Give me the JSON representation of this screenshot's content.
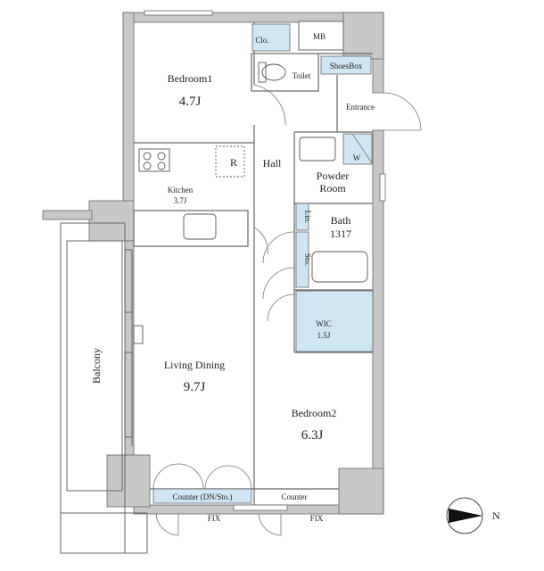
{
  "rooms": {
    "bedroom1": {
      "name": "Bedroom1",
      "area": "4.7J"
    },
    "kitchen": {
      "name": "Kitchen",
      "area": "3.7J"
    },
    "living_dining": {
      "name": "Living Dining",
      "area": "9.7J"
    },
    "bedroom2": {
      "name": "Bedroom2",
      "area": "6.3J"
    },
    "bath": {
      "name": "Bath",
      "size": "1317"
    },
    "powder_room": {
      "line1": "Powder",
      "line2": "Room"
    },
    "wic": {
      "name": "WIC",
      "area": "1.5J"
    },
    "hall": "Hall",
    "entrance": "Entrance",
    "toilet": "Toilet",
    "balcony": "Balcony"
  },
  "fixtures": {
    "clo": "Clo.",
    "mb": "MB",
    "shoes_box": "ShoesBox",
    "refrigerator": "R",
    "washer": "W",
    "linen": "Lin.",
    "storage": "Sto.",
    "counter_dn": "Counter (DN/Sto.)",
    "counter": "Counter",
    "fix_left": "FIX",
    "fix_right": "FIX"
  },
  "compass": {
    "label": "N"
  },
  "colors": {
    "storage_fill": "#cfe6f5",
    "wall": "#c8c8c8",
    "line": "#555555"
  }
}
